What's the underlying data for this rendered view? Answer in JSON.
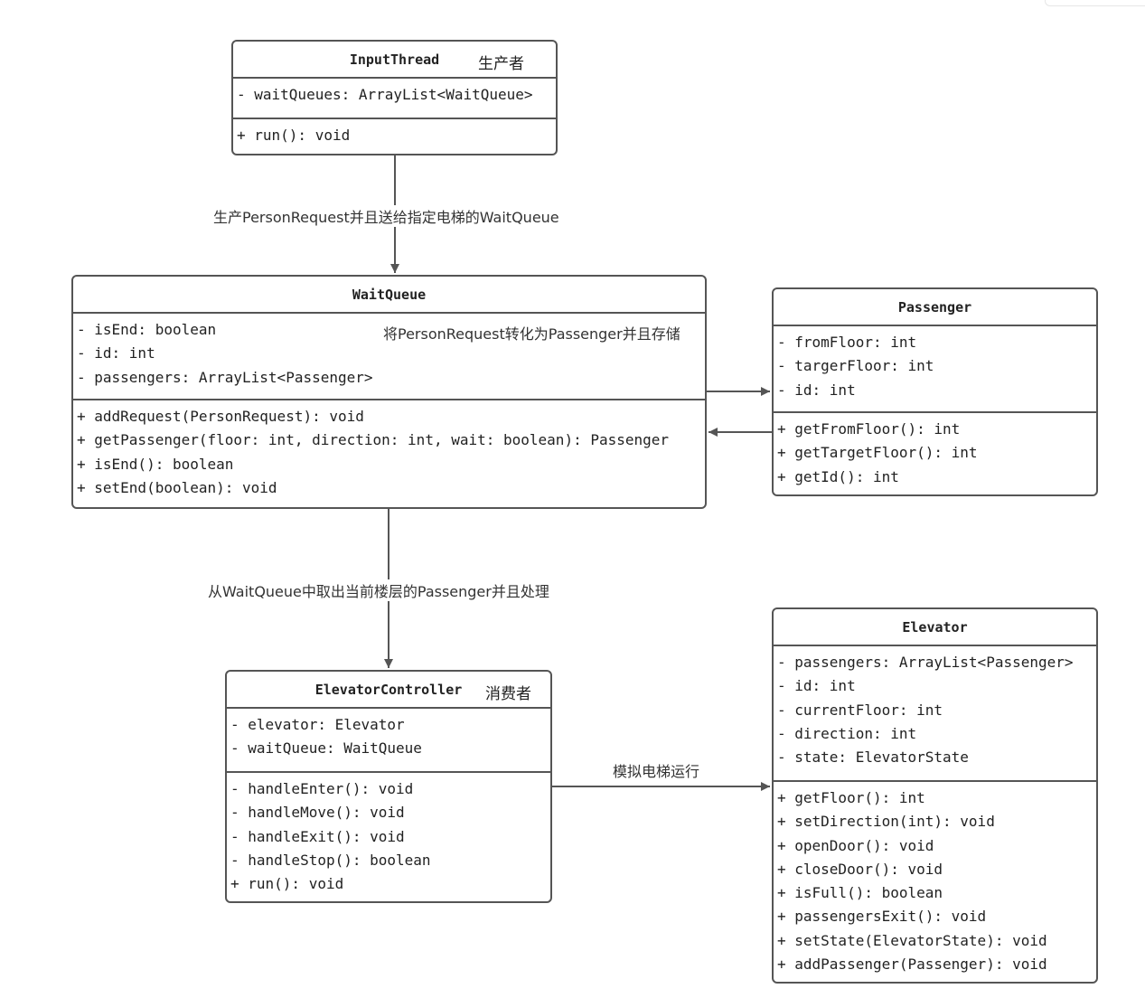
{
  "classes": {
    "input_thread": {
      "name": "InputThread",
      "role": "生产者",
      "attributes": [
        "- waitQueues: ArrayList<WaitQueue>"
      ],
      "methods": [
        "+ run(): void"
      ]
    },
    "wait_queue": {
      "name": "WaitQueue",
      "note": "将PersonRequest转化为Passenger并且存储",
      "attributes": [
        "- isEnd: boolean",
        "- id: int",
        "- passengers: ArrayList<Passenger>"
      ],
      "methods": [
        "+ addRequest(PersonRequest): void",
        "+ getPassenger(floor: int, direction: int, wait: boolean): Passenger",
        "+ isEnd(): boolean",
        "+ setEnd(boolean): void"
      ]
    },
    "passenger": {
      "name": "Passenger",
      "attributes": [
        "- fromFloor: int",
        "- targerFloor: int",
        "- id: int"
      ],
      "methods": [
        "+ getFromFloor(): int",
        "+ getTargetFloor(): int",
        "+ getId(): int"
      ]
    },
    "elevator_controller": {
      "name": "ElevatorController",
      "role": "消费者",
      "attributes": [
        "- elevator: Elevator",
        "- waitQueue: WaitQueue"
      ],
      "methods": [
        "- handleEnter(): void",
        "- handleMove(): void",
        "- handleExit(): void",
        "- handleStop(): boolean",
        "+ run(): void"
      ]
    },
    "elevator": {
      "name": "Elevator",
      "attributes": [
        "- passengers: ArrayList<Passenger>",
        "- id: int",
        "- currentFloor: int",
        "- direction: int",
        "- state: ElevatorState"
      ],
      "methods": [
        "+ getFloor(): int",
        "+ setDirection(int): void",
        "+ openDoor(): void",
        "+ closeDoor(): void",
        "+ isFull(): boolean",
        "+ passengersExit(): void",
        "+ setState(ElevatorState): void",
        "+ addPassenger(Passenger): void"
      ]
    }
  },
  "edges": {
    "input_to_queue": "生产PersonRequest并且送给指定电梯的WaitQueue",
    "queue_to_controller": "从WaitQueue中取出当前楼层的Passenger并且处理",
    "controller_to_elevator": "模拟电梯运行"
  }
}
